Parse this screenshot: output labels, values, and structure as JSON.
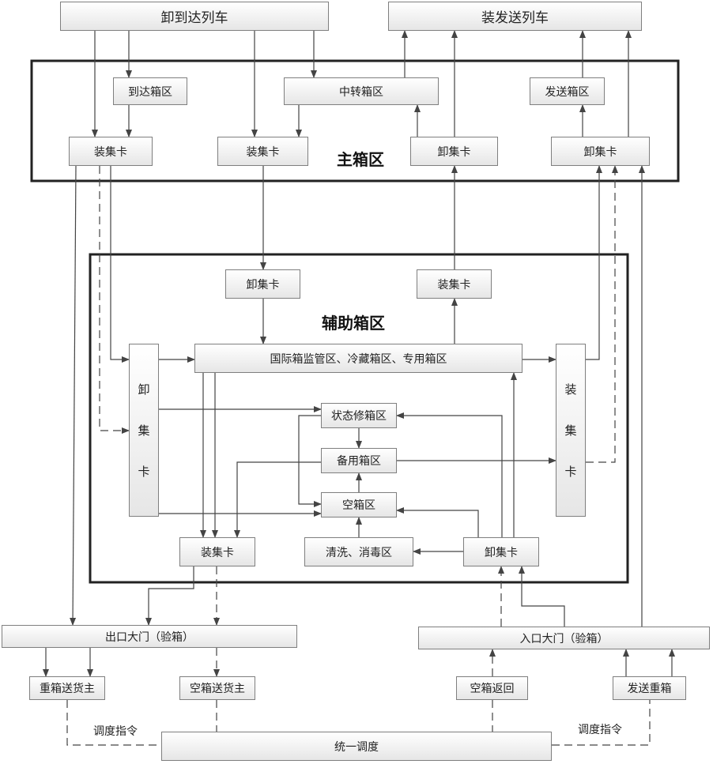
{
  "top": {
    "unload_train": "卸到达列车",
    "load_train": "装发送列车"
  },
  "main_area": {
    "title": "主箱区",
    "arrival": "到达箱区",
    "transfer": "中转箱区",
    "dispatch": "发送箱区",
    "load1": "装集卡",
    "load2": "装集卡",
    "unload1": "卸集卡",
    "unload2": "卸集卡"
  },
  "aux_area": {
    "title": "辅助箱区",
    "unload_top": "卸集卡",
    "load_top": "装集卡",
    "intl": "国际箱监管区、冷藏箱区、专用箱区",
    "unload_left": [
      "卸",
      "集",
      "卡"
    ],
    "load_right": [
      "装",
      "集",
      "卡"
    ],
    "repair": "状态修箱区",
    "spare": "备用箱区",
    "empty": "空箱区",
    "wash": "清洗、消毒区",
    "load_bottom": "装集卡",
    "unload_bottom": "卸集卡"
  },
  "gates": {
    "exit": "出口大门（验箱）",
    "entry": "入口大门（验箱）"
  },
  "bottom": {
    "heavy_to_owner": "重箱送货主",
    "empty_to_owner": "空箱送货主",
    "empty_return": "空箱返回",
    "send_heavy": "发送重箱",
    "dispatch": "统一调度",
    "cmd_left": "调度指令",
    "cmd_right": "调度指令"
  }
}
